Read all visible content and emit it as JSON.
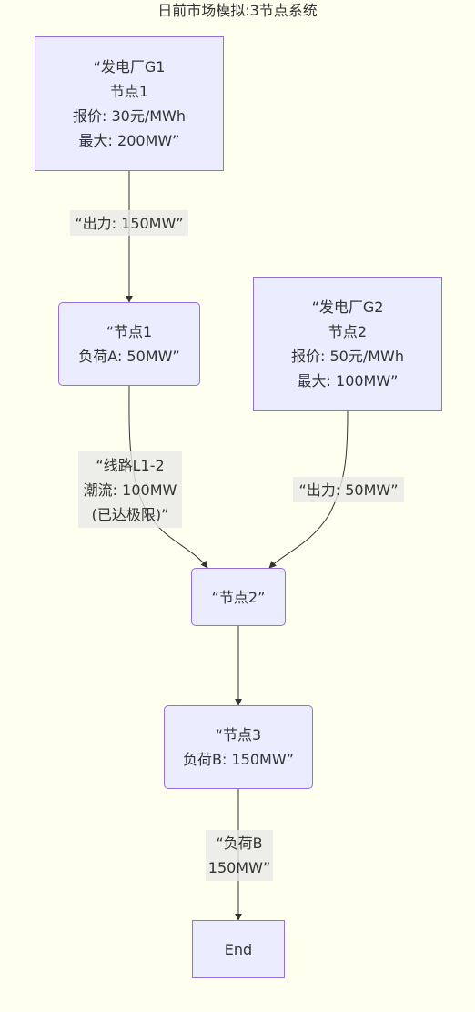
{
  "diagram": {
    "title": "日前市场模拟:3节点系统",
    "nodes": {
      "g1": {
        "lines": [
          "“发电厂G1",
          "节点1",
          "报价: 30元/MWh",
          "最大: 200MW”"
        ]
      },
      "node1": {
        "lines": [
          "“节点1",
          "负荷A: 50MW”"
        ]
      },
      "g2": {
        "lines": [
          "“发电厂G2",
          "节点2",
          "报价: 50元/MWh",
          "最大: 100MW”"
        ]
      },
      "node2": {
        "lines": [
          "“节点2”"
        ]
      },
      "node3": {
        "lines": [
          "“节点3",
          "负荷B: 150MW”"
        ]
      },
      "end": {
        "lines": [
          "End"
        ]
      }
    },
    "edges": {
      "g1_node1": {
        "lines": [
          "“出力: 150MW”"
        ]
      },
      "node1_node2": {
        "lines": [
          "“线路L1-2",
          "潮流: 100MW",
          "(已达极限)”"
        ]
      },
      "g2_node2": {
        "lines": [
          "“出力: 50MW”"
        ]
      },
      "node3_end": {
        "lines": [
          "“负荷B",
          "150MW”"
        ]
      }
    }
  },
  "colors": {
    "background": "#fffff0",
    "node_fill": "#ececff",
    "node_border": "#9370db",
    "edge_stroke": "#333333",
    "edge_label_bg": "#e8e8e8"
  }
}
